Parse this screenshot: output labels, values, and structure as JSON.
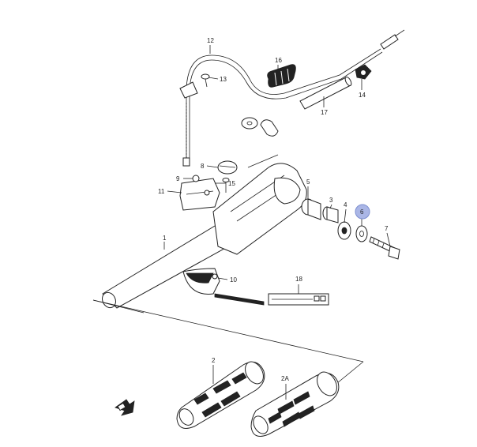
{
  "diagram": {
    "highlight_color": "#aab6e6",
    "highlighted_part": "6",
    "parts": [
      {
        "id": "p1",
        "label": "1"
      },
      {
        "id": "p2",
        "label": "2"
      },
      {
        "id": "p2a",
        "label": "2A"
      },
      {
        "id": "p3",
        "label": "3"
      },
      {
        "id": "p4",
        "label": "4"
      },
      {
        "id": "p5",
        "label": "5"
      },
      {
        "id": "p6",
        "label": "6"
      },
      {
        "id": "p7",
        "label": "7"
      },
      {
        "id": "p8",
        "label": "8"
      },
      {
        "id": "p9",
        "label": "9"
      },
      {
        "id": "p10",
        "label": "10"
      },
      {
        "id": "p11",
        "label": "11"
      },
      {
        "id": "p12",
        "label": "12"
      },
      {
        "id": "p13",
        "label": "13"
      },
      {
        "id": "p14",
        "label": "14"
      },
      {
        "id": "p15",
        "label": "15"
      },
      {
        "id": "p16",
        "label": "16"
      },
      {
        "id": "p17",
        "label": "17"
      },
      {
        "id": "p18",
        "label": "18"
      }
    ],
    "direction_icon": "front-arrow-icon"
  }
}
